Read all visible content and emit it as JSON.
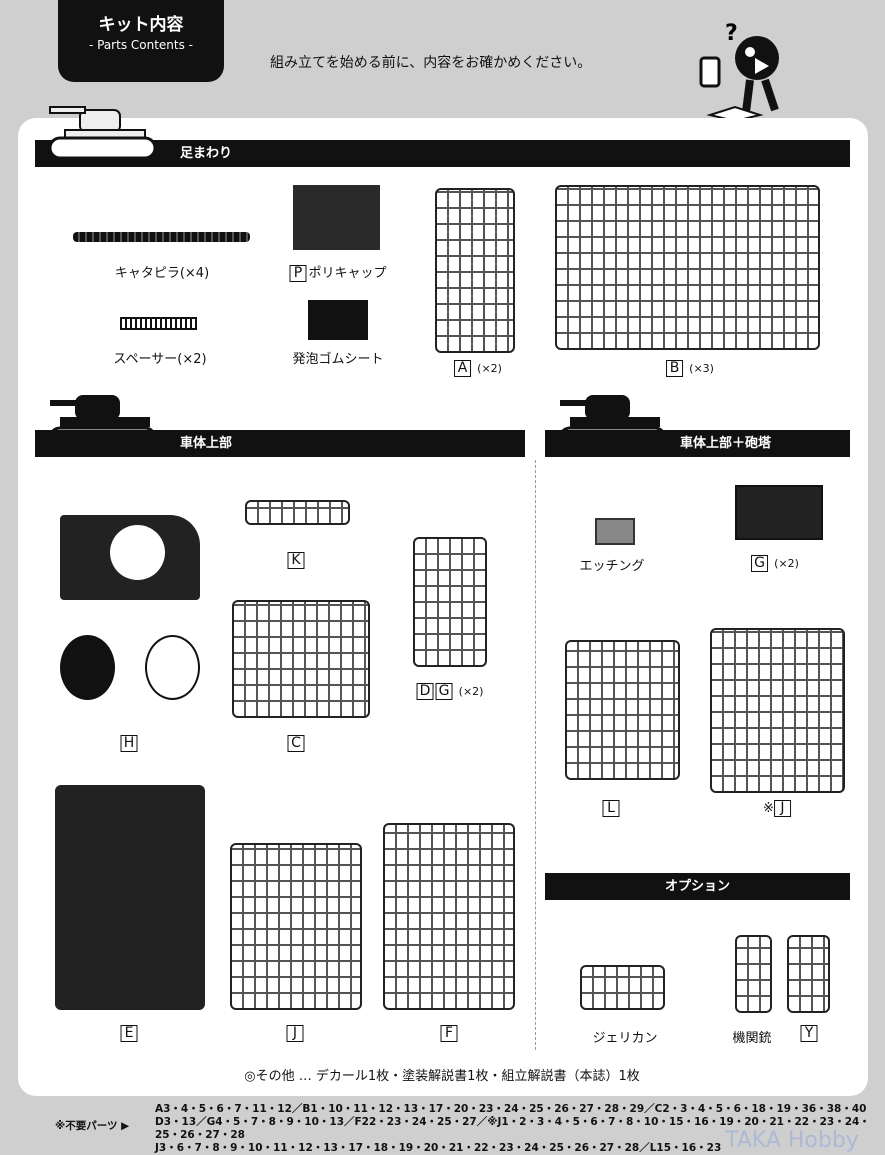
{
  "header": {
    "title": "キット内容",
    "subtitle": "- Parts Contents -",
    "intro": "組み立てを始める前に、内容をお確かめください。"
  },
  "sections": {
    "running_gear": "足まわり",
    "upper_hull": "車体上部",
    "upper_hull_turret": "車体上部＋砲塔",
    "option": "オプション"
  },
  "parts": {
    "track": "キャタピラ(×4)",
    "polycap_letter": "P",
    "polycap": "ポリキャップ",
    "spacer": "スペーサー(×2)",
    "foam": "発泡ゴムシート",
    "A": "A",
    "A_qty": "(×2)",
    "B": "B",
    "B_qty": "(×3)",
    "H": "H",
    "K": "K",
    "C": "C",
    "D": "D",
    "G": "G",
    "DG_qty": "(×2)",
    "E": "E",
    "J": "J",
    "F": "F",
    "etching": "エッチング",
    "G_qty": "(×2)",
    "L": "L",
    "J2_mark": "※",
    "J2": "J",
    "jerrican": "ジェリカン",
    "mg": "機関銃",
    "Y": "Y"
  },
  "other": "◎その他 … デカール1枚・塗装解説書1枚・組立解説書（本誌）1枚",
  "unneeded": {
    "label": "※不要パーツ ▶",
    "lines": [
      "A3・4・5・6・7・11・12／B1・10・11・12・13・17・20・23・24・25・26・27・28・29／C2・3・4・5・6・18・19・36・38・40",
      "D3・13／G4・5・7・8・9・10・13／F22・23・24・25・27／※J1・2・3・4・5・6・7・8・10・15・16・19・20・21・22・23・24・25・26・27・28",
      "J3・6・7・8・9・10・11・12・13・17・18・19・20・21・22・23・24・25・26・27・28／L15・16・23"
    ]
  },
  "watermark": "TAKA Hobby"
}
